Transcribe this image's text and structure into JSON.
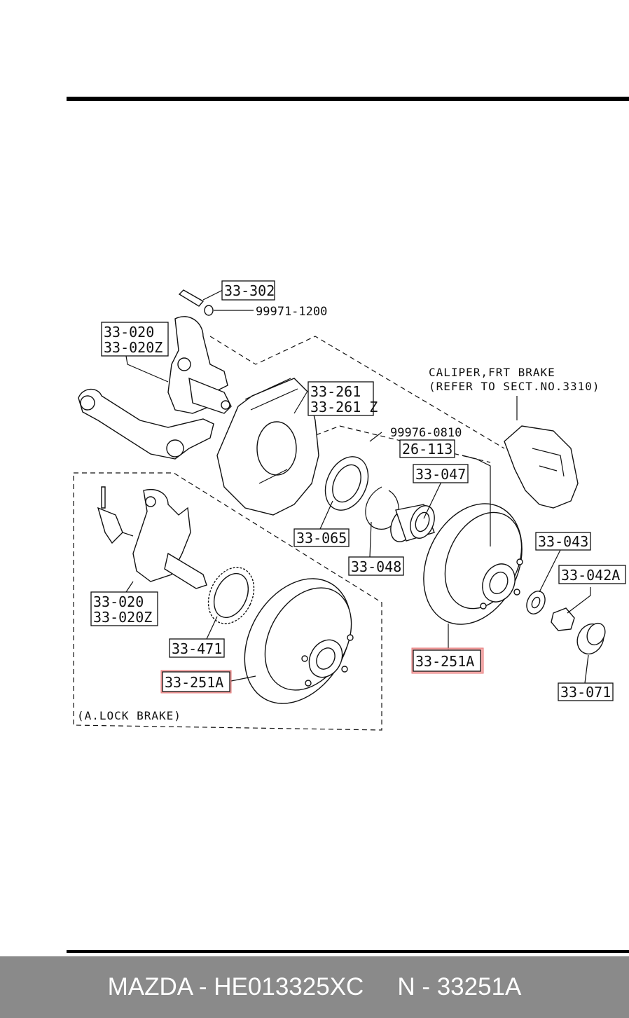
{
  "labels": {
    "p33_302": "33-302",
    "p99971": "99971-1200",
    "p33_020a": "33-020",
    "p33_020za": "33-020Z",
    "p33_261": "33-261",
    "p33_261z": "33-261 Z",
    "caliper_line1": "CALIPER,FRT BRAKE",
    "caliper_line2": "(REFER TO SECT.NO.3310)",
    "p99976": "99976-0810",
    "p26_113": "26-113",
    "p33_047": "33-047",
    "p33_065": "33-065",
    "p33_048": "33-048",
    "p33_043": "33-043",
    "p33_042a": "33-042A",
    "p33_020b": "33-020",
    "p33_020zb": "33-020Z",
    "p33_471": "33-471",
    "p33_251a_left": "33-251A",
    "p33_251a_right": "33-251A",
    "p33_071": "33-071",
    "abs_note": "(A.LOCK BRAKE)"
  },
  "footer": {
    "part_ref": "MAZDA - HE013325XC",
    "section_ref": "N - 33251A"
  },
  "colors": {
    "highlight": "#f6a0a0",
    "footer_bg": "#8a8a8a"
  }
}
